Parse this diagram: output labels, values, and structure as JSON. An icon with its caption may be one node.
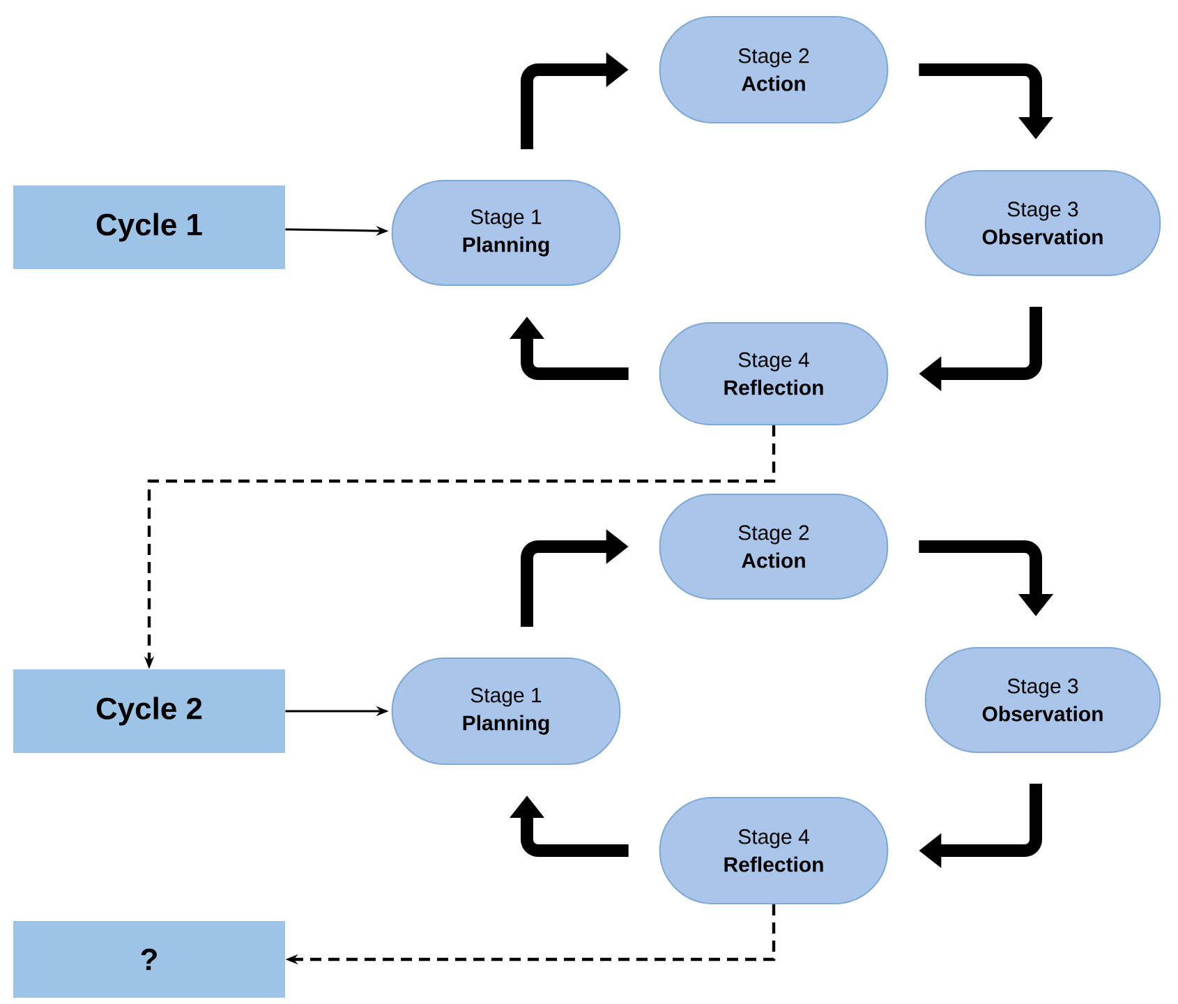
{
  "diagram": {
    "nodes": [
      {
        "text": [
          "Cycle 1"
        ]
      },
      {
        "text": [
          "Stage 1",
          "Planning"
        ]
      },
      {
        "text": [
          "Stage 2",
          "Action"
        ]
      },
      {
        "text": [
          "Stage 3",
          "Observation"
        ]
      },
      {
        "text": [
          "Stage 4",
          "Reflection"
        ]
      },
      {
        "text": [
          "Cycle 2"
        ]
      },
      {
        "text": [
          "Stage 1",
          "Planning"
        ]
      },
      {
        "text": [
          "Stage 2",
          "Action"
        ]
      },
      {
        "text": [
          "Stage 3",
          "Observation"
        ]
      },
      {
        "text": [
          "Stage 4",
          "Reflection"
        ]
      },
      {
        "text": [
          "?"
        ]
      }
    ],
    "edges": [
      {
        "from": 0,
        "to": 1,
        "arrow": "to"
      },
      {
        "from": 1,
        "to": 2,
        "arrow": "to"
      },
      {
        "from": 2,
        "to": 3,
        "arrow": "to"
      },
      {
        "from": 3,
        "to": 4,
        "arrow": "to"
      },
      {
        "from": 4,
        "to": 1,
        "arrow": "to"
      },
      {
        "from": 4,
        "to": 5,
        "arrow": "to",
        "style": "dashed"
      },
      {
        "from": 5,
        "to": 6,
        "arrow": "to"
      },
      {
        "from": 6,
        "to": 7,
        "arrow": "to"
      },
      {
        "from": 7,
        "to": 8,
        "arrow": "to"
      },
      {
        "from": 8,
        "to": 9,
        "arrow": "to"
      },
      {
        "from": 9,
        "to": 6,
        "arrow": "to"
      },
      {
        "from": 9,
        "to": 10,
        "arrow": "to",
        "style": "dashed"
      }
    ]
  }
}
